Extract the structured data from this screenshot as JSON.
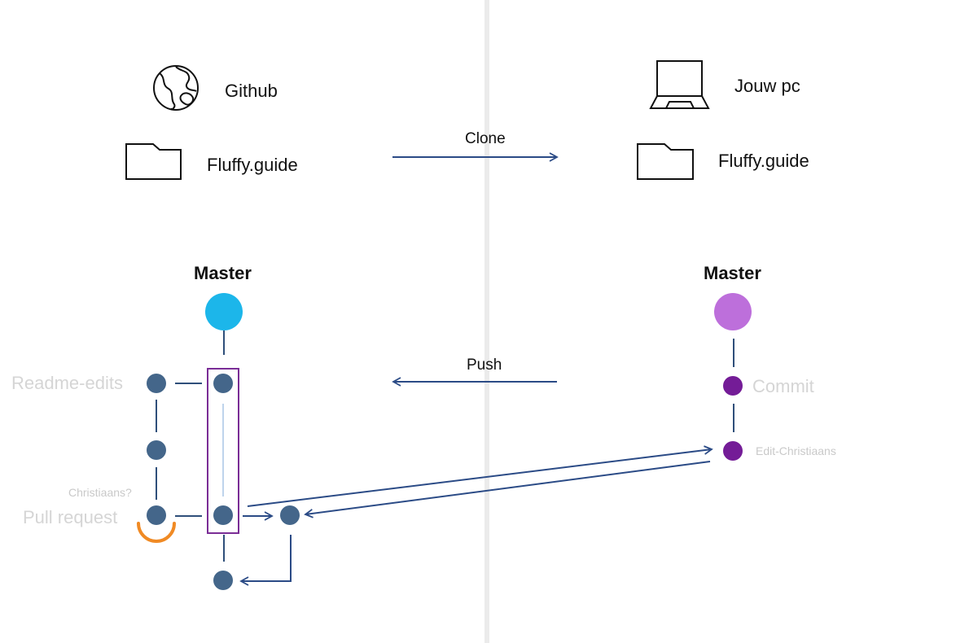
{
  "left": {
    "host_label": "Github",
    "folder_label": "Fluffy.guide",
    "branch_title": "Master",
    "branch_labels": {
      "readme_edits": "Readme-edits",
      "pull_request": "Pull request",
      "reviewer": "Christiaans?"
    }
  },
  "right": {
    "host_label": "Jouw pc",
    "folder_label": "Fluffy.guide",
    "branch_title": "Master",
    "commit_label": "Commit",
    "edit_label": "Edit-Christiaans"
  },
  "arrows": {
    "clone_label": "Clone",
    "push_label": "Push"
  },
  "colors": {
    "node": "#44668a",
    "arrow": "#2b4b86",
    "line": "#2f4f7a",
    "master_left": "#1cb6ea",
    "master_right": "#bd6fdb",
    "commit_node": "#741c97",
    "selection_box": "#7a2d96",
    "highlight_arc": "#f08a24",
    "divider": "#ebebeb",
    "faint_text": "#d5d5d5"
  },
  "icons": [
    "globe-icon",
    "laptop-icon",
    "folder-icon"
  ]
}
